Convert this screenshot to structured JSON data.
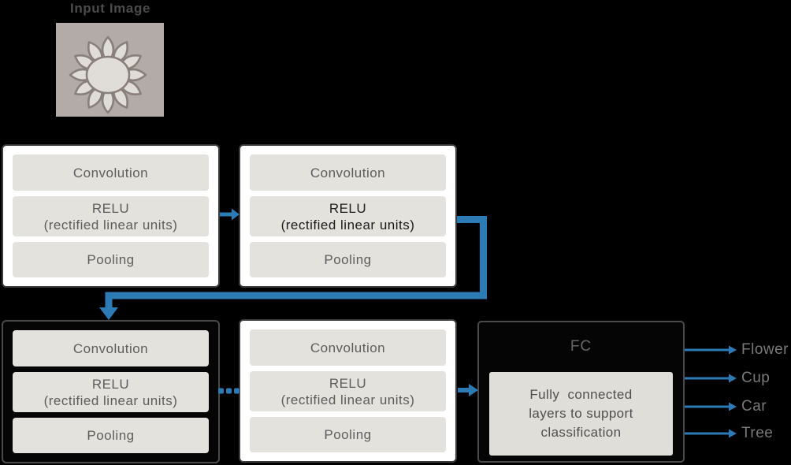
{
  "meta": {
    "description": "Convolutional neural network architecture diagram",
    "background_color": "#000000"
  },
  "colors": {
    "arrow_blue": "#2d7bb5",
    "block_light_bg": "#ffffff",
    "block_dark_border": "#4a4a4a",
    "inner_box_bg": "#e4e2dd",
    "label_text": "#5d5d5d",
    "relu_emphasis_text": "#1c1c1c",
    "output_label_text": "#7a7a7a",
    "flower_bg": "#b2aba7",
    "flower_petal": "#e0ddd8",
    "flower_outline": "#8a807b"
  },
  "input_image": {
    "label": "Input Image",
    "icon": "flower-icon"
  },
  "conv_blocks": [
    {
      "variant": "light",
      "relu_emphasis": false,
      "conv": "Convolution",
      "relu_line1": "RELU",
      "relu_line2": "(rectified linear units)",
      "pooling": "Pooling"
    },
    {
      "variant": "light",
      "relu_emphasis": true,
      "conv": "Convolution",
      "relu_line1": "RELU",
      "relu_line2": "(rectified linear units)",
      "pooling": "Pooling"
    },
    {
      "variant": "dark",
      "relu_emphasis": false,
      "conv": "Convolution",
      "relu_line1": "RELU",
      "relu_line2": "(rectified linear units)",
      "pooling": "Pooling"
    },
    {
      "variant": "light",
      "relu_emphasis": false,
      "conv": "Convolution",
      "relu_line1": "RELU",
      "relu_line2": "(rectified linear units)",
      "pooling": "Pooling"
    }
  ],
  "fc_block": {
    "title": "FC",
    "body_lines": [
      "Fully  connected",
      "layers to support",
      "classification"
    ]
  },
  "outputs": [
    {
      "label": "Flower"
    },
    {
      "label": "Cup"
    },
    {
      "label": "Car"
    },
    {
      "label": "Tree"
    }
  ]
}
